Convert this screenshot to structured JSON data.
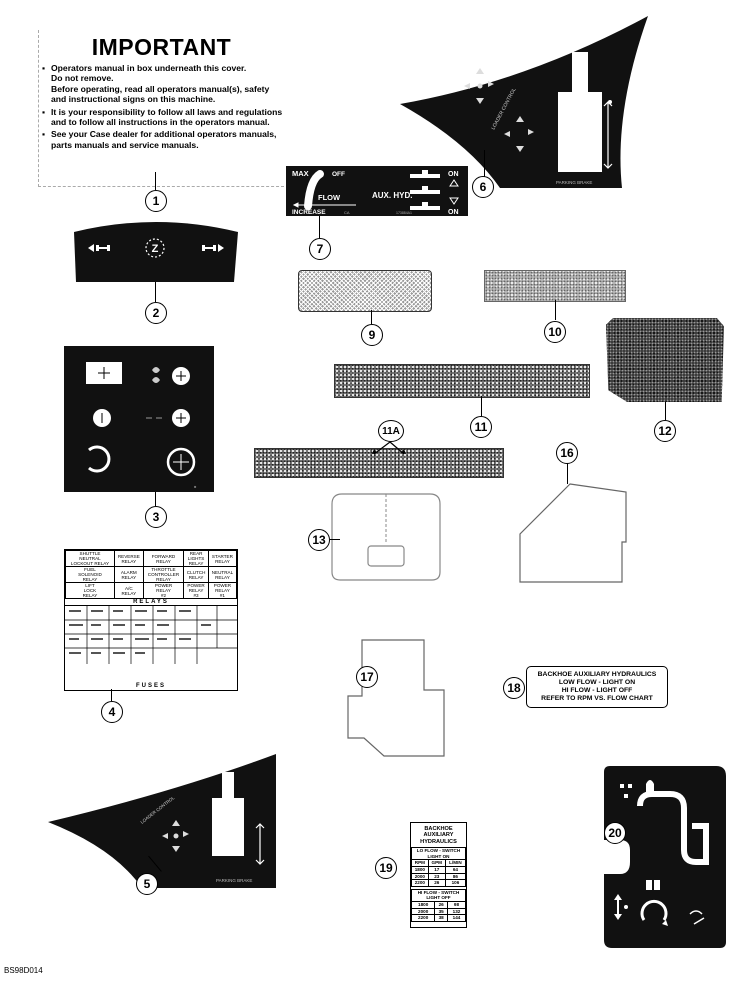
{
  "important_card": {
    "title": "IMPORTANT",
    "items": [
      "Operators manual in box underneath this cover.\nDo not remove.\nBefore operating, read all operators manual(s), safety and instructional signs on this machine.",
      "It is your responsibility to follow all laws and regulations and to follow all instructions in the operators manual.",
      "See your      Case dealer for additional operators manuals, parts manuals and service manuals."
    ]
  },
  "callouts": [
    "1",
    "2",
    "3",
    "4",
    "5",
    "6",
    "7",
    "9",
    "10",
    "11",
    "11A",
    "12",
    "13",
    "16",
    "17",
    "18",
    "19",
    "20"
  ],
  "decal_7": {
    "max": "MAX",
    "off": "OFF",
    "flow": "FLOW",
    "increase": "INCREASE",
    "aux": "AUX. HYD.",
    "on_top": "ON",
    "on_bottom": "ON",
    "ca": "CA",
    "part": "173884A1"
  },
  "decal_6": {
    "loader_control": "LOADER CONTROL",
    "parking_brake": "PARKING BRAKE"
  },
  "decal_5": {
    "loader_control": "LOADER CONTROL",
    "parking_brake": "PARKING BRAKE"
  },
  "decal_4": {
    "relays_title": "RELAYS",
    "fuses_title": "FUSES",
    "relay_rows": [
      [
        "SHUTTLE\nNEUTRAL\nLOCKOUT RELAY",
        "REVERSE\nRELAY",
        "FORWARD\nRELAY",
        "REAR\nLIGHTS\nRELAY",
        "STARTER\nRELAY"
      ],
      [
        "FUEL\nSOLENOID\nRELAY",
        "ALARM\nRELAY",
        "THROTTLE\nCONTROLLER\nRELAY",
        "CLUTCH\nRELAY",
        "NEUTRAL\nRELAY"
      ],
      [
        "LIFT\nLOCK\nRELAY",
        "A/C\nRELAY",
        "POWER\nRELAY\n#2",
        "POWER\nRELAY\n#3",
        "POWER\nRELAY\n#1"
      ]
    ]
  },
  "decal_18": {
    "lines": [
      "BACKHOE AUXILIARY HYDRAULICS",
      "LOW FLOW - LIGHT ON",
      "HI FLOW - LIGHT OFF",
      "REFER TO RPM VS. FLOW CHART"
    ]
  },
  "decal_19": {
    "title": "BACKHOE\nAUXILIARY\nHYDRAULICS",
    "lo_flow": "LO FLOW - SWITCH LIGHT ON",
    "hi_flow": "HI FLOW - SWITCH LIGHT OFF",
    "headers": [
      "RPM",
      "GPM",
      "L/MIN"
    ],
    "lo_rows": [
      [
        "1800",
        "17",
        "64"
      ],
      [
        "2000",
        "23",
        "86"
      ],
      [
        "2200",
        "26",
        "106"
      ]
    ],
    "hi_rows": [
      [
        "1800",
        "26",
        "98"
      ],
      [
        "2000",
        "35",
        "132"
      ],
      [
        "2200",
        "38",
        "144"
      ]
    ]
  },
  "footer_code": "BS98D014"
}
